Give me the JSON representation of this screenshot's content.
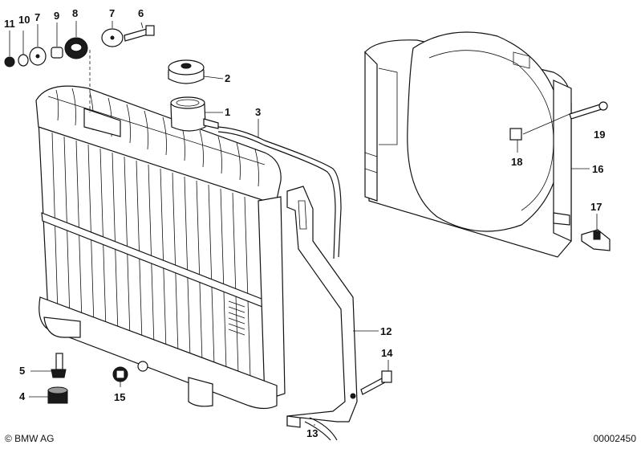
{
  "callouts": [
    {
      "id": "11",
      "label": "11"
    },
    {
      "id": "10",
      "label": "10"
    },
    {
      "id": "9",
      "label": "9"
    },
    {
      "id": "8",
      "label": "8"
    },
    {
      "id": "7a",
      "label": "7"
    },
    {
      "id": "7b",
      "label": "7"
    },
    {
      "id": "6",
      "label": "6"
    },
    {
      "id": "2",
      "label": "2"
    },
    {
      "id": "1",
      "label": "1"
    },
    {
      "id": "3",
      "label": "3"
    },
    {
      "id": "19",
      "label": "19"
    },
    {
      "id": "18",
      "label": "18"
    },
    {
      "id": "16",
      "label": "16"
    },
    {
      "id": "17",
      "label": "17"
    },
    {
      "id": "12",
      "label": "12"
    },
    {
      "id": "14",
      "label": "14"
    },
    {
      "id": "5",
      "label": "5"
    },
    {
      "id": "4",
      "label": "4"
    },
    {
      "id": "15",
      "label": "15"
    },
    {
      "id": "13",
      "label": "13"
    }
  ],
  "footer": {
    "copyright": "© BMW AG",
    "part_number": "00002450"
  }
}
